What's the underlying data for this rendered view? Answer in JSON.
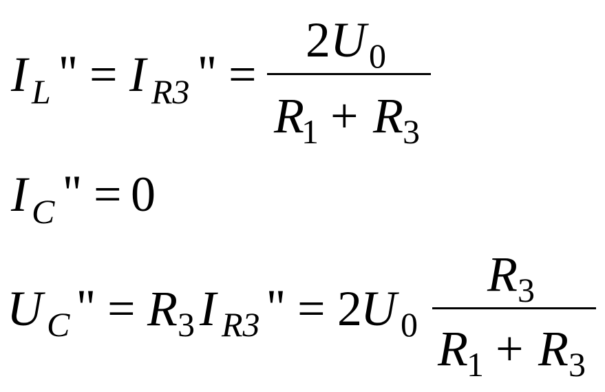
{
  "eq1": {
    "I1": "I",
    "sub_L": "L",
    "pp1": "''",
    "eq_a": "=",
    "I2": "I",
    "sub_R3": "R3",
    "pp2": "''",
    "eq_b": "=",
    "num_2": "2",
    "num_U": "U",
    "num_sub0": "0",
    "den_R1": "R",
    "den_sub1": "1",
    "den_plus": "+",
    "den_R3": "R",
    "den_sub3": "3"
  },
  "eq2": {
    "I": "I",
    "sub_C": "C",
    "pp": "''",
    "eq": "=",
    "zero": "0"
  },
  "eq3": {
    "U": "U",
    "sub_C": "C",
    "pp1": "''",
    "eq_a": "=",
    "R": "R",
    "sub_3": "3",
    "I": "I",
    "sub_R3": "R3",
    "pp2": "''",
    "eq_b": "=",
    "two": "2",
    "U0": "U",
    "sub_0": "0",
    "num_R": "R",
    "num_sub3": "3",
    "den_R1": "R",
    "den_sub1": "1",
    "den_plus": "+",
    "den_R3": "R",
    "den_sub3": "3"
  }
}
